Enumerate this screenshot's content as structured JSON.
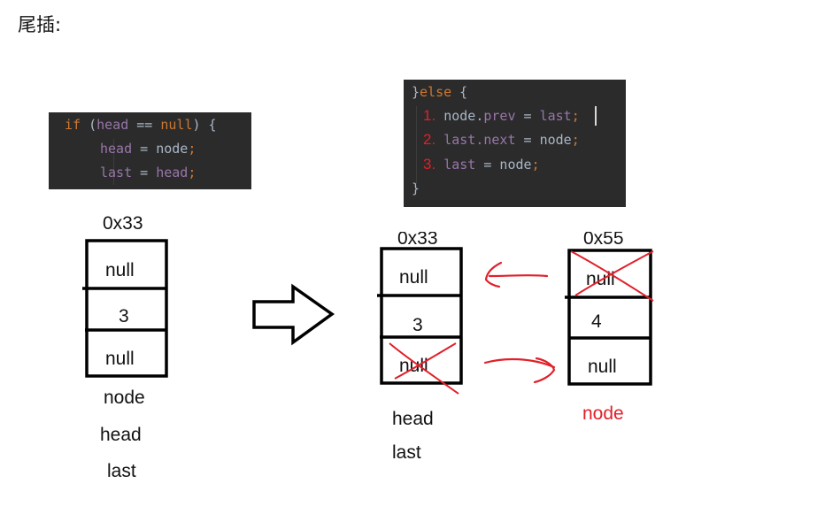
{
  "title": "尾插:",
  "code_if": {
    "line1": {
      "kw_if": "if",
      "open": " (",
      "head": "head",
      "eq": " == ",
      "null": "null",
      "close": ") {"
    },
    "line2": {
      "head": "head",
      "mid": " = node",
      "semi": ";"
    },
    "line3": {
      "last": "last",
      "mid": " = ",
      "head": "head",
      "semi": ";"
    }
  },
  "code_else": {
    "line1": {
      "brace": "}",
      "kw_else": "else",
      "open": " {"
    },
    "step1": {
      "num": "1.",
      "node": "node.",
      "prev": "prev",
      "mid": " = ",
      "last": "last",
      "semi": ";"
    },
    "step2": {
      "num": "2.",
      "last": "last.",
      "next": "next",
      "mid": " = node",
      "semi": ";"
    },
    "step3": {
      "num": "3.",
      "last": "last",
      "mid": " = node",
      "semi": ";"
    },
    "close": "}"
  },
  "left_node": {
    "address": "0x33",
    "prev": "null",
    "val": "3",
    "next": "null",
    "labels": [
      "node",
      "head",
      "last"
    ]
  },
  "right_head_node": {
    "address": "0x33",
    "prev": "null",
    "val": "3",
    "next": "null",
    "labels": [
      "head",
      "last"
    ]
  },
  "right_new_node": {
    "address": "0x55",
    "prev": "null",
    "val": "4",
    "next": "null",
    "label": "node"
  },
  "colors": {
    "accent_red": "#e0202a",
    "code_bg": "#2b2b2b",
    "keyword": "#cc7832",
    "field": "#9876aa",
    "plain": "#a9b7c6"
  }
}
